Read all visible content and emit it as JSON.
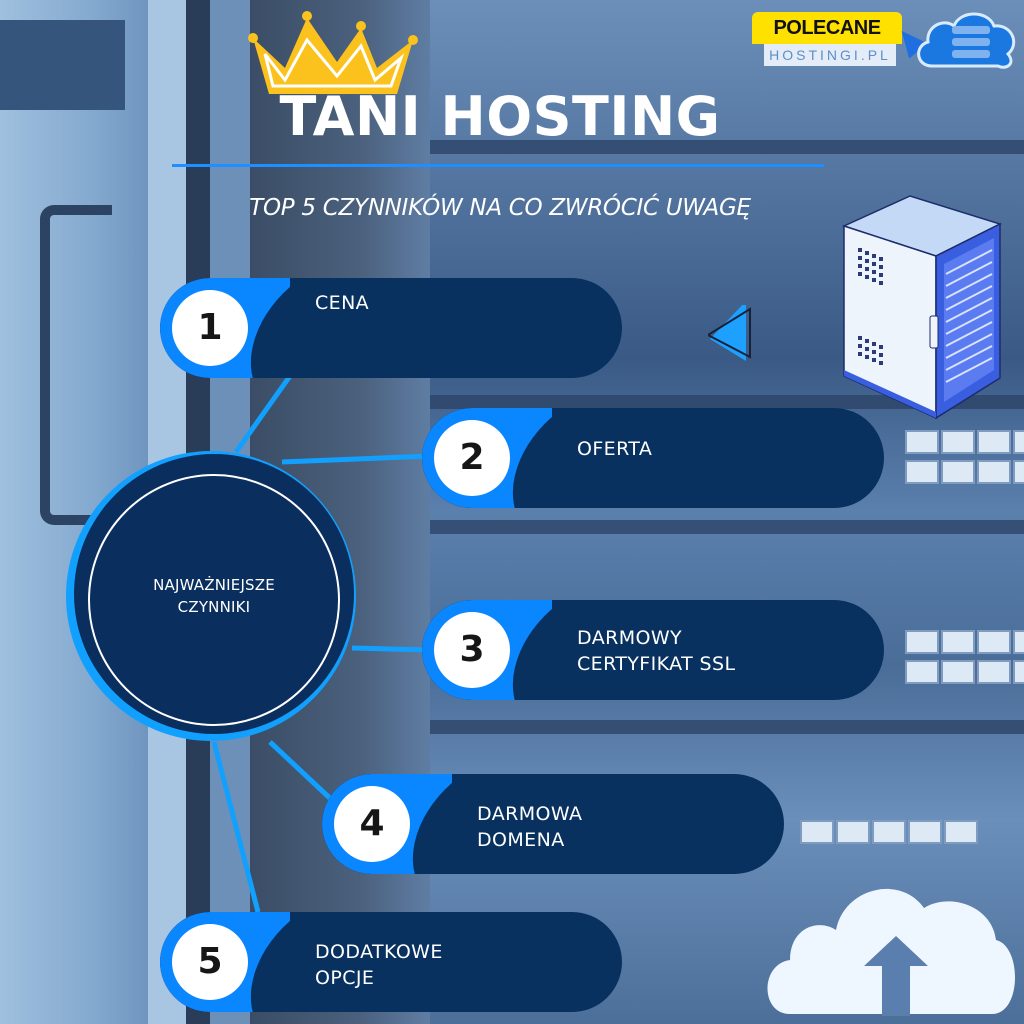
{
  "header": {
    "title": "TANI HOSTING",
    "subtitle": "TOP 5 CZYNNIKÓW NA CO ZWRÓCIĆ UWAGĘ"
  },
  "brand": {
    "name_top": "POLECANE",
    "name_bottom": "HOSTINGI.PL",
    "icons": [
      "cursor-icon",
      "server-cloud-icon"
    ]
  },
  "hub": {
    "label": "NAJWAŻNIEJSZE\nCZYNNIKI"
  },
  "factors": [
    {
      "number": "1",
      "label": "CENA"
    },
    {
      "number": "2",
      "label": "OFERTA"
    },
    {
      "number": "3",
      "label": "DARMOWY\nCERTYFIKAT SSL"
    },
    {
      "number": "4",
      "label": "DARMOWA\nDOMENA"
    },
    {
      "number": "5",
      "label": "DODATKOWE\nOPCJE"
    }
  ],
  "decorations": [
    "crown-icon",
    "server-rack-icon",
    "triangle-icon",
    "cloud-upload-icon"
  ],
  "colors": {
    "accent_blue": "#0a86ff",
    "hub_ring": "#12a0ff",
    "navy": "#083160",
    "crown_gold": "#fbc21d",
    "brand_yellow": "#ffe100",
    "text_white": "#ffffff",
    "badge_text": "#161616"
  }
}
